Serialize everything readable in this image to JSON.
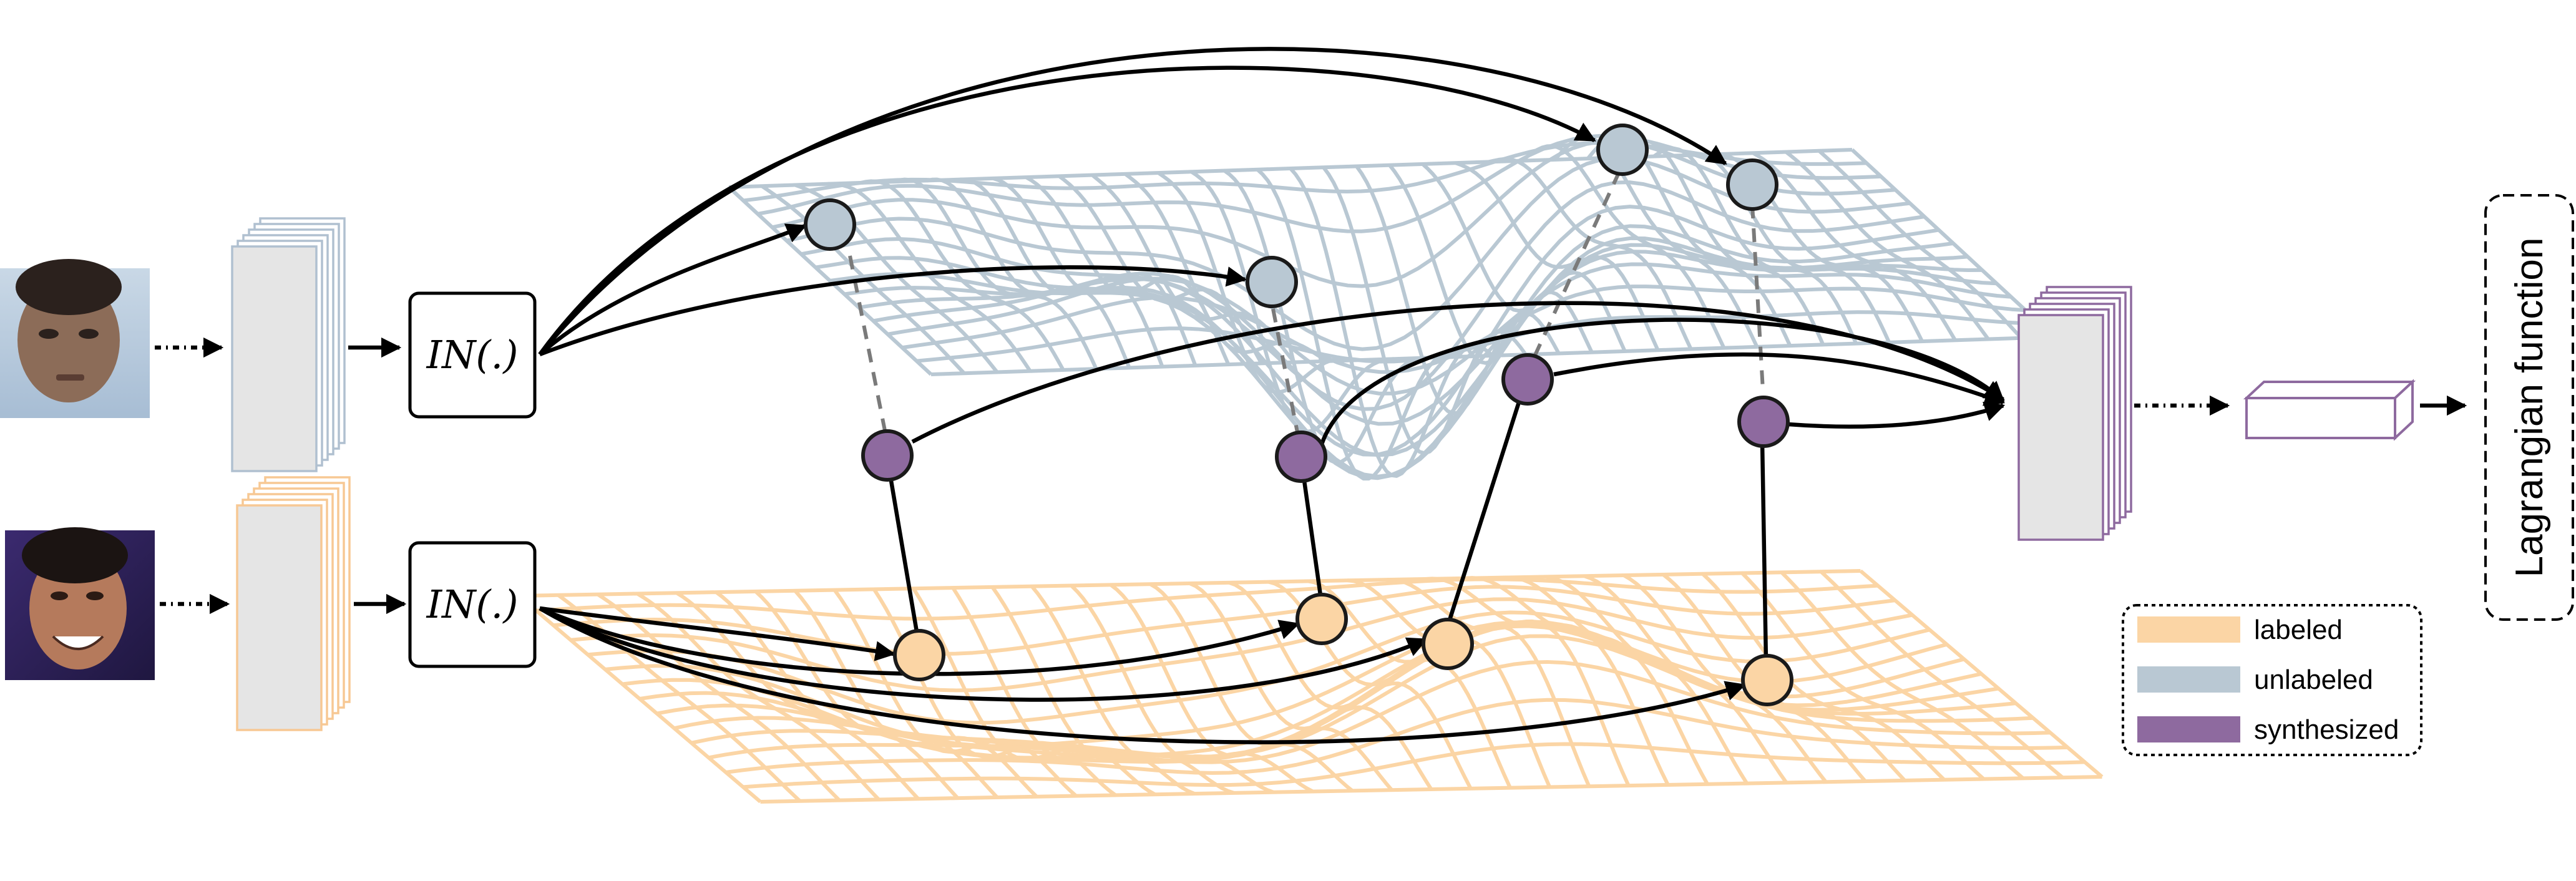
{
  "blocks": {
    "in_top": "IN(.)",
    "in_bottom": "IN(.)",
    "lagrangian": "Lagrangian function"
  },
  "legend": [
    {
      "label": "labeled",
      "color": "#fbd5a5"
    },
    {
      "label": "unlabeled",
      "color": "#b9c8d3"
    },
    {
      "label": "synthesized",
      "color": "#8e6a9f"
    }
  ],
  "colors": {
    "labeled_node": "#fbd5a5",
    "unlabeled_node": "#b9c8d3",
    "synthesized_node": "#8e6a9f",
    "labeled_mesh": "#fbd5a5",
    "unlabeled_mesh": "#b9c8d3"
  },
  "icons": {
    "top_face": "face-photo-icon",
    "bottom_face": "face-photo-icon"
  }
}
